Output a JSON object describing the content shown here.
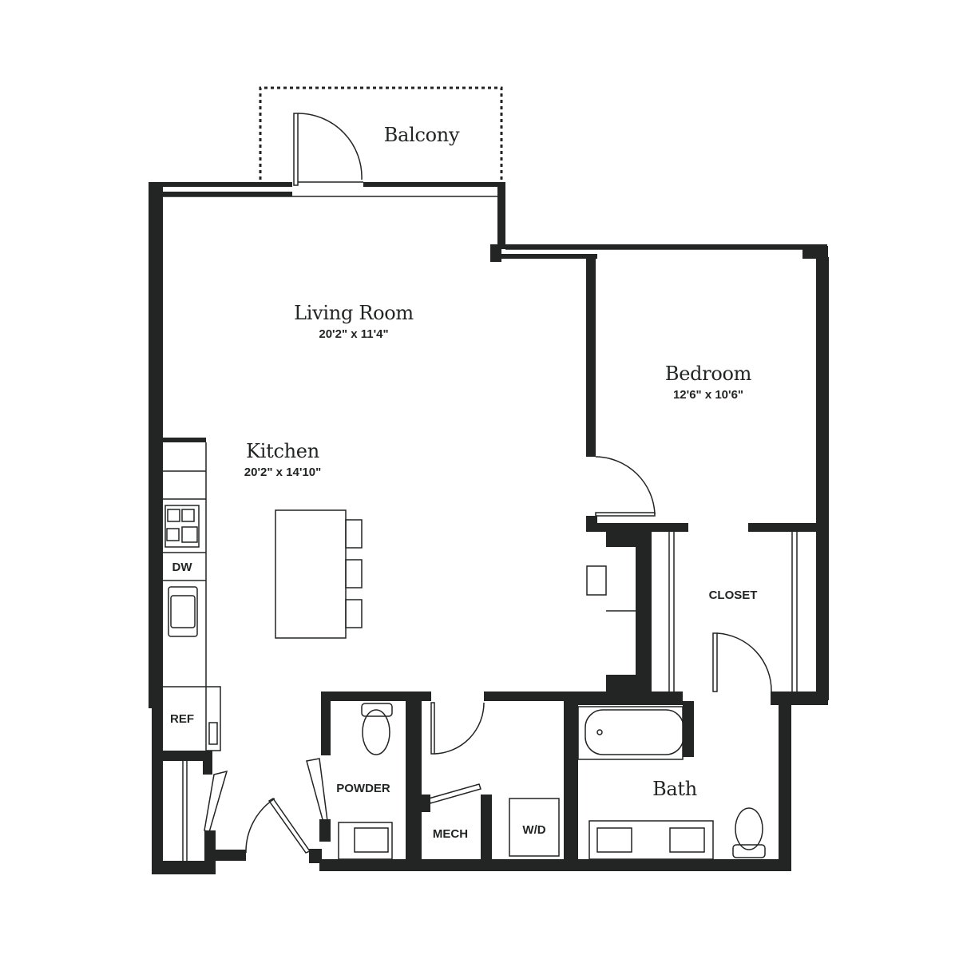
{
  "floorplan": {
    "wall_color": "#222523",
    "background_color": "#ffffff",
    "rooms": {
      "balcony": {
        "name": "Balcony"
      },
      "living_room": {
        "name": "Living Room",
        "dimensions": "20'2\" x 11'4\""
      },
      "kitchen": {
        "name": "Kitchen",
        "dimensions": "20'2\" x 14'10\""
      },
      "bedroom": {
        "name": "Bedroom",
        "dimensions": "12'6\" x 10'6\""
      },
      "bath": {
        "name": "Bath"
      },
      "closet": {
        "name": "CLOSET"
      },
      "powder": {
        "name": "POWDER"
      },
      "mech": {
        "name": "MECH"
      }
    },
    "appliances": {
      "dishwasher": "DW",
      "refrigerator": "REF",
      "washer_dryer": "W/D"
    }
  }
}
